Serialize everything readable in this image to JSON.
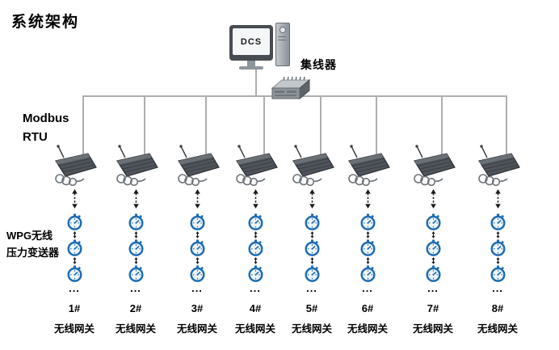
{
  "title": "系统架构",
  "monitor": {
    "screen_label": "DCS"
  },
  "hub": {
    "label": "集线器"
  },
  "bus_label": {
    "line1": "Modbus",
    "line2": "RTU"
  },
  "transmitter_label": {
    "line1": "WPG无线",
    "line2": "压力变送器"
  },
  "ellipsis": "...",
  "columns": [
    {
      "id": "1#",
      "label": "无线网关"
    },
    {
      "id": "2#",
      "label": "无线网关"
    },
    {
      "id": "3#",
      "label": "无线网关"
    },
    {
      "id": "4#",
      "label": "无线网关"
    },
    {
      "id": "5#",
      "label": "无线网关"
    },
    {
      "id": "6#",
      "label": "无线网关"
    },
    {
      "id": "7#",
      "label": "无线网关"
    },
    {
      "id": "8#",
      "label": "无线网关"
    }
  ],
  "colors": {
    "device_gray": "#4e545a",
    "gauge_blue": "#1f6cb0",
    "line_gray": "#aeaeae",
    "text": "#000000"
  }
}
